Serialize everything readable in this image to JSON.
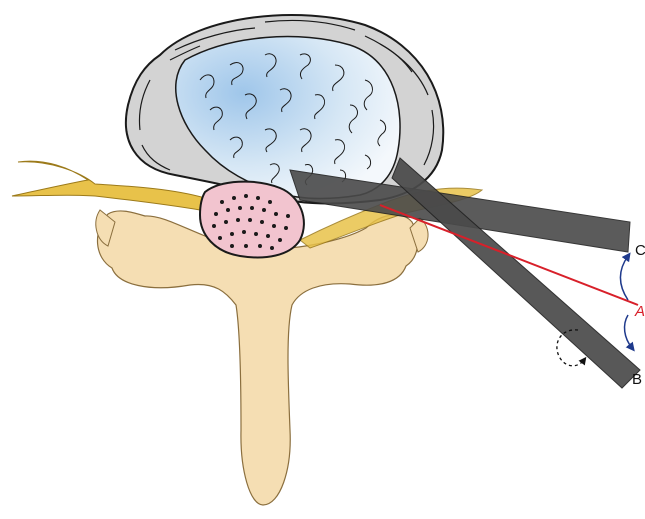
{
  "labels": {
    "c": "C",
    "a": "A",
    "b": "B"
  },
  "colors": {
    "bone": "#F5DEB3",
    "bone_outline": "#8B6F3E",
    "nerve": "#E8C24A",
    "annulus": "#D3D3D3",
    "nucleus": "#BFD9F0",
    "dural_sac": "#F2C4CF",
    "instrument": "#5A5A5A",
    "trajectory": "#D8202A",
    "arrow": "#1F3A8C",
    "label": "#111111"
  },
  "icons": {
    "rotation_arrow": "dashed-rotation-icon",
    "angle_arrows": "curved-double-arrow-icon"
  }
}
